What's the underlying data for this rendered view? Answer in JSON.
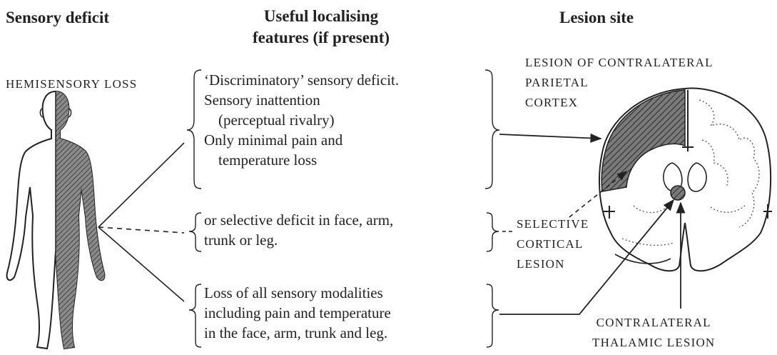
{
  "headers": {
    "sensory_deficit": "Sensory deficit",
    "useful_features_line1": "Useful localising",
    "useful_features_line2": "features (if present)",
    "lesion_site": "Lesion site"
  },
  "deficit": {
    "label": "HEMISENSORY LOSS"
  },
  "features": {
    "group1": [
      "‘Discriminatory’ sensory deficit.",
      "Sensory inattention",
      "(perceptual rivalry)",
      "Only minimal pain and",
      "temperature loss"
    ],
    "group2": [
      "or selective deficit in face, arm,",
      "trunk or leg."
    ],
    "group3": [
      "Loss of all sensory modalities",
      "including pain and temperature",
      "in the face, arm, trunk and leg."
    ]
  },
  "lesions": {
    "parietal": [
      "LESION OF CONTRALATERAL",
      "PARIETAL",
      "CORTEX"
    ],
    "selective": [
      "SELECTIVE",
      "CORTICAL",
      "LESION"
    ],
    "thalamic": [
      "CONTRALATERAL",
      "THALAMIC LESION"
    ]
  },
  "icons": [
    "human-figure-icon",
    "brain-section-icon"
  ]
}
